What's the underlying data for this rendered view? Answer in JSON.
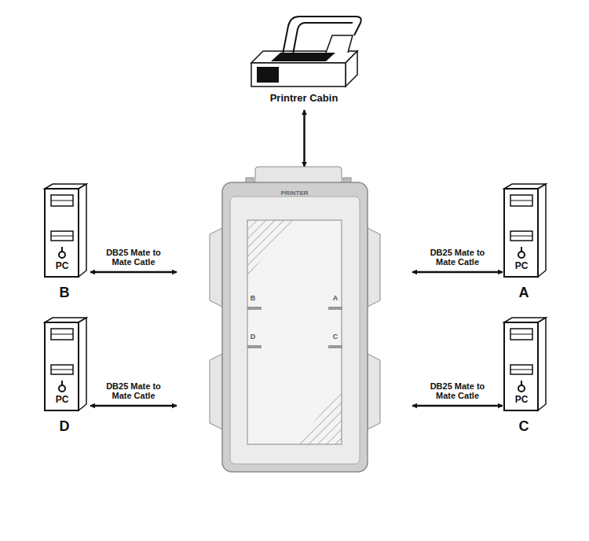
{
  "diagram": {
    "nodes": [
      {
        "text": [
          "Printrer Cabin"
        ]
      },
      {
        "text": [
          "PRINTER",
          "B",
          "A",
          "D",
          "C"
        ]
      },
      {
        "text": [
          "PC",
          "B"
        ]
      },
      {
        "text": [
          "PC",
          "A"
        ]
      },
      {
        "text": [
          "PC",
          "D"
        ]
      },
      {
        "text": [
          "PC",
          "C"
        ]
      }
    ],
    "edges": [
      {
        "from": 0,
        "to": 1,
        "arrow": "both"
      },
      {
        "from": 2,
        "to": 1,
        "label": "DB25 Mate to Mate Catle",
        "arrow": "both"
      },
      {
        "from": 3,
        "to": 1,
        "label": "DB25 Mate to Mate Catle",
        "arrow": "both"
      },
      {
        "from": 4,
        "to": 1,
        "label": "DB25 Mate to Mate Catle",
        "arrow": "both"
      },
      {
        "from": 5,
        "to": 1,
        "label": "DB25 Mate to Mate Catle",
        "arrow": "both"
      }
    ]
  }
}
